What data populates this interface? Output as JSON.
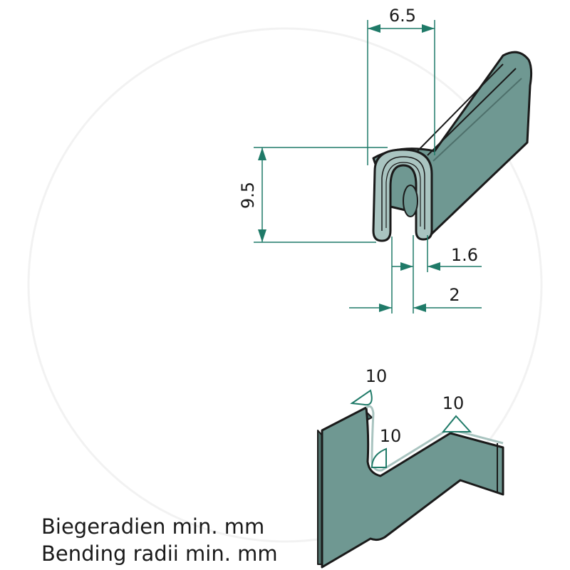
{
  "dimensions": {
    "width": "6.5",
    "height": "9.5",
    "inner_gap": "1.6",
    "slot": "2"
  },
  "bending_radii": {
    "top_left": "10",
    "middle": "10",
    "right": "10"
  },
  "caption": {
    "german": "Biegeradien min. mm",
    "english": "Bending radii min. mm"
  },
  "colors": {
    "profile_fill": "#6f9892",
    "profile_face": "#a9c4c0",
    "dimension_lines": "#1f7a68",
    "outline": "#1a1a1a"
  }
}
